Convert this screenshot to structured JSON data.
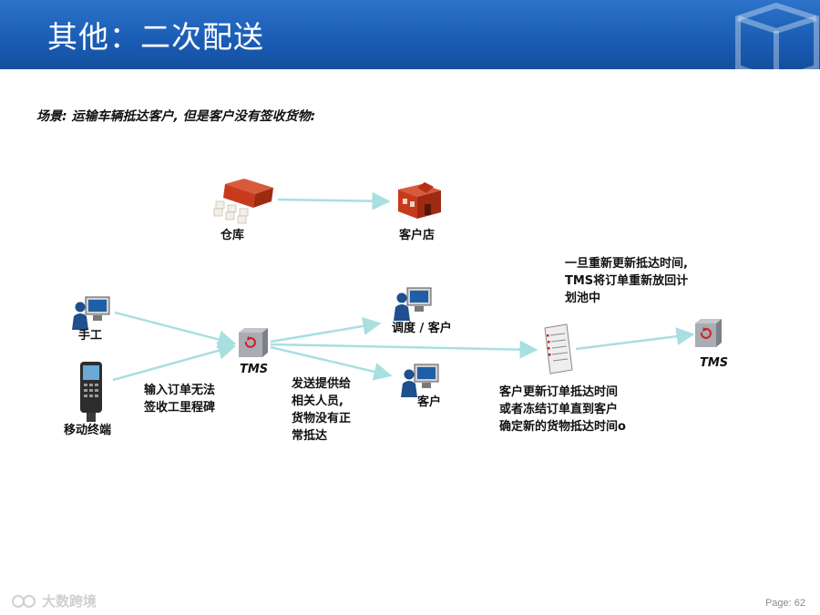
{
  "header": {
    "title": "其他：二次配送"
  },
  "scenario": "场景: 运输车辆抵达客户, 但是客户没有签收货物:",
  "nodes": {
    "warehouse": "仓库",
    "customer_store": "客户店",
    "manual": "手工",
    "mobile_terminal": "移动终端",
    "tms_left": "TMS",
    "dispatch_customer": "调度 / 客户",
    "customer": "客户",
    "tms_right": "TMS"
  },
  "notes": {
    "input_order": [
      "输入订单无法",
      "签收工里程碑"
    ],
    "send_staff": [
      "发送提供给",
      "相关人员,",
      "货物没有正",
      "常抵达"
    ],
    "update_order": [
      "客户更新订单抵达时间",
      "或者冻结订单直到客户",
      "确定新的货物抵达时间o"
    ],
    "reschedule": [
      "一旦重新更新抵达时间,",
      "TMS将订单重新放回计",
      "划池中"
    ]
  },
  "footer": {
    "brand": "大数跨境",
    "page": "Page: 62"
  },
  "colors": {
    "header": "#1a5cb3",
    "arrow": "#a8dfe0",
    "building": "#c83a1e",
    "server": "#9a9ea6"
  },
  "icons": [
    "warehouse-icon",
    "store-icon",
    "person-computer-icon",
    "mobile-terminal-icon",
    "server-icon",
    "document-icon",
    "cube-logo-icon"
  ]
}
